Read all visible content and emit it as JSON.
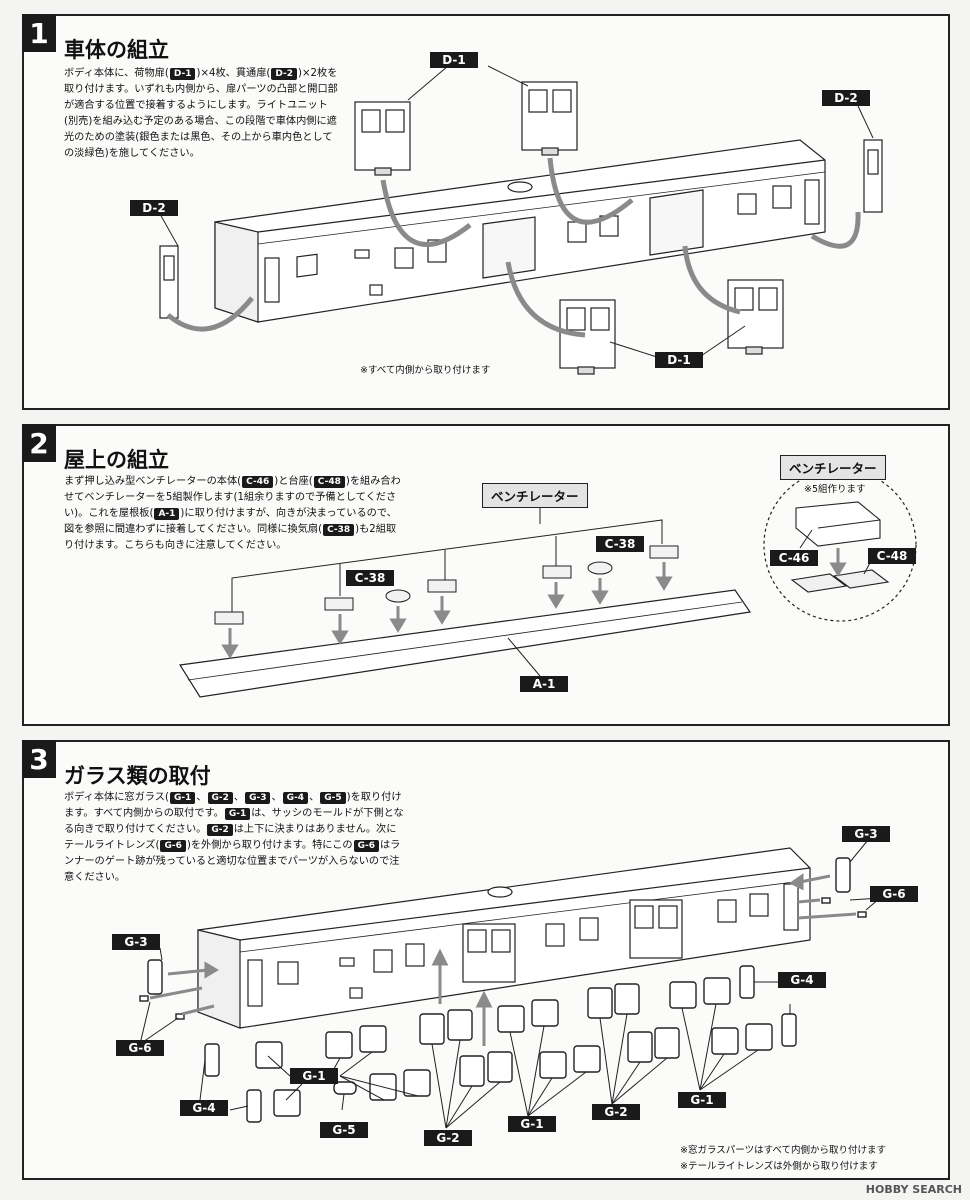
{
  "step1": {
    "num": "1",
    "title": "車体の組立",
    "desc_a": "ボディ本体に、荷物扉(",
    "chip_d1": "D-1",
    "desc_b": ")×4枚、貫通扉(",
    "chip_d2": "D-2",
    "desc_c": ")×2枚を取り付けます。いずれも内側から、扉パーツの凸部と開口部が適合する位置で接着するようにします。ライトユニット(別売)を組み込む予定のある場合、この段階で車体内側に遮光のための塗装(銀色または黒色、その上から車内色としての淡緑色)を施してください。",
    "label_d1_top": "D-1",
    "label_d2_right": "D-2",
    "label_d2_left": "D-2",
    "label_d1_bottom": "D-1",
    "note": "※すべて内側から取り付けます"
  },
  "step2": {
    "num": "2",
    "title": "屋上の組立",
    "desc_a": "まず押し込み型ベンチレーターの本体(",
    "chip_c46": "C-46",
    "desc_b": ")と台座(",
    "chip_c48": "C-48",
    "desc_c": ")を組み合わせてベンチレーターを5組製作します(1組余りますので予備としてください)。これを屋根板(",
    "chip_a1": "A-1",
    "desc_d": ")に取り付けますが、向きが決まっているので、図を参照に間違わずに接着してください。同様に換気扇(",
    "chip_c38": "C-38",
    "desc_e": ")も2組取り付けます。こちらも向きに注意してください。",
    "vent_label": "ベンチレーター",
    "inset_title": "ベンチレーター",
    "inset_note": "※5組作ります",
    "label_c46": "C-46",
    "label_c48": "C-48",
    "label_c38_a": "C-38",
    "label_c38_b": "C-38",
    "label_a1": "A-1"
  },
  "step3": {
    "num": "3",
    "title": "ガラス類の取付",
    "desc_a": "ボディ本体に窓ガラス(",
    "chip_g1": "G-1",
    "sep1": "、",
    "chip_g2": "G-2",
    "sep2": "、",
    "chip_g3": "G-3",
    "sep3": "、",
    "chip_g4": "G-4",
    "sep4": "、",
    "chip_g5": "G-5",
    "desc_b": ")を取り付けます。すべて内側からの取付です。",
    "chip_g1b": "G-1",
    "desc_c": "は、サッシのモールドが下側となる向きで取り付けてください。",
    "chip_g2b": "G-2",
    "desc_d": "は上下に決まりはありません。次にテールライトレンズ(",
    "chip_g6": "G-6",
    "desc_e": ")を外側から取り付けます。特にこの",
    "chip_g6b": "G-6",
    "desc_f": "はランナーのゲート跡が残っていると適切な位置までパーツが入らないので注意ください。",
    "labels": {
      "g3_right": "G-3",
      "g6_right": "G-6",
      "g4_right": "G-4",
      "g3_left": "G-3",
      "g6_left": "G-6",
      "g1_a": "G-1",
      "g4_left": "G-4",
      "g5": "G-5",
      "g2_a": "G-2",
      "g1_b": "G-1",
      "g2_b": "G-2",
      "g1_c": "G-1"
    },
    "note1": "※窓ガラスパーツはすべて内側から取り付けます",
    "note2": "※テールライトレンズは外側から取り付けます"
  },
  "brand": "HOBBY SEARCH",
  "colors": {
    "ink": "#1a1a1a",
    "panel": "#fbfbfa",
    "arrow": "#8a8a8a"
  }
}
